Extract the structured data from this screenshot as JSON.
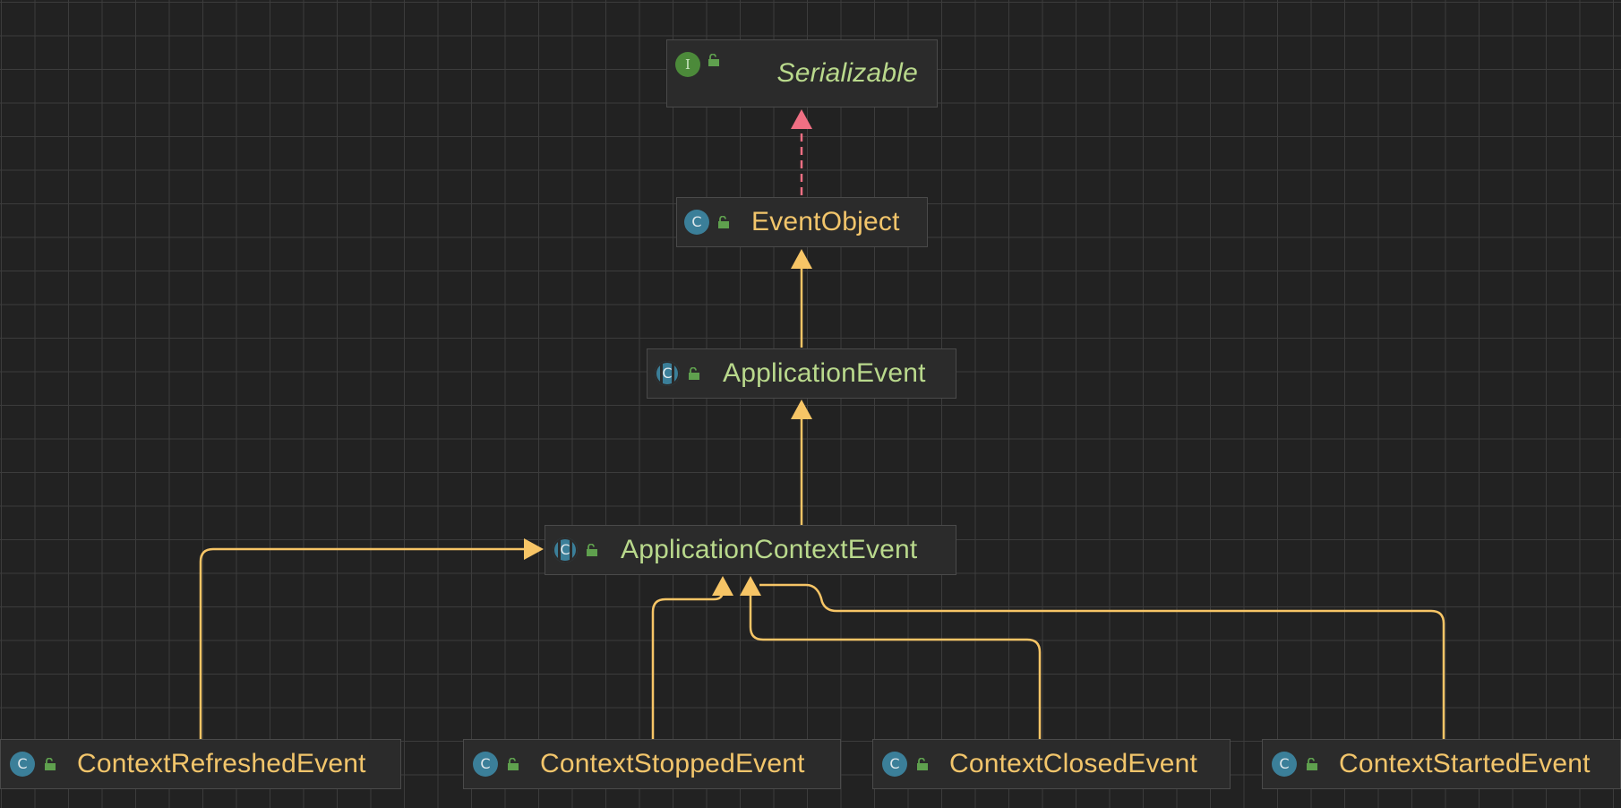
{
  "diagram": {
    "nodes": [
      {
        "id": "serializable",
        "kind": "interface",
        "kind_letter": "I",
        "name": "Serializable",
        "color": "#b9d98c",
        "italic": true
      },
      {
        "id": "event-object",
        "kind": "class",
        "kind_letter": "C",
        "name": "EventObject",
        "color": "#f2c56b"
      },
      {
        "id": "application-event",
        "kind": "abstract-class",
        "kind_letter": "C",
        "name": "ApplicationEvent",
        "color": "#b9d98c"
      },
      {
        "id": "application-context-event",
        "kind": "abstract-class",
        "kind_letter": "C",
        "name": "ApplicationContextEvent",
        "color": "#b9d98c"
      },
      {
        "id": "context-refreshed-event",
        "kind": "class",
        "kind_letter": "C",
        "name": "ContextRefreshedEvent",
        "color": "#f2c56b"
      },
      {
        "id": "context-stopped-event",
        "kind": "class",
        "kind_letter": "C",
        "name": "ContextStoppedEvent",
        "color": "#f2c56b"
      },
      {
        "id": "context-closed-event",
        "kind": "class",
        "kind_letter": "C",
        "name": "ContextClosedEvent",
        "color": "#f2c56b"
      },
      {
        "id": "context-started-event",
        "kind": "class",
        "kind_letter": "C",
        "name": "ContextStartedEvent",
        "color": "#f2c56b"
      }
    ],
    "edges": [
      {
        "from": "event-object",
        "to": "serializable",
        "type": "implements",
        "color": "#ef6f83"
      },
      {
        "from": "application-event",
        "to": "event-object",
        "type": "extends",
        "color": "#f7c566"
      },
      {
        "from": "application-context-event",
        "to": "application-event",
        "type": "extends",
        "color": "#f7c566"
      },
      {
        "from": "context-refreshed-event",
        "to": "application-context-event",
        "type": "extends",
        "color": "#f7c566"
      },
      {
        "from": "context-stopped-event",
        "to": "application-context-event",
        "type": "extends",
        "color": "#f7c566"
      },
      {
        "from": "context-closed-event",
        "to": "application-context-event",
        "type": "extends",
        "color": "#f7c566"
      },
      {
        "from": "context-started-event",
        "to": "application-context-event",
        "type": "extends",
        "color": "#f7c566"
      }
    ],
    "colors": {
      "background": "#222222",
      "grid": "#3c3c3c",
      "node_fill": "#2b2b2b",
      "node_border": "#4a4a4a",
      "class_icon": "#3b7f99",
      "interface_icon": "#4c8a3a",
      "visibility_icon": "#5fa04e"
    }
  }
}
